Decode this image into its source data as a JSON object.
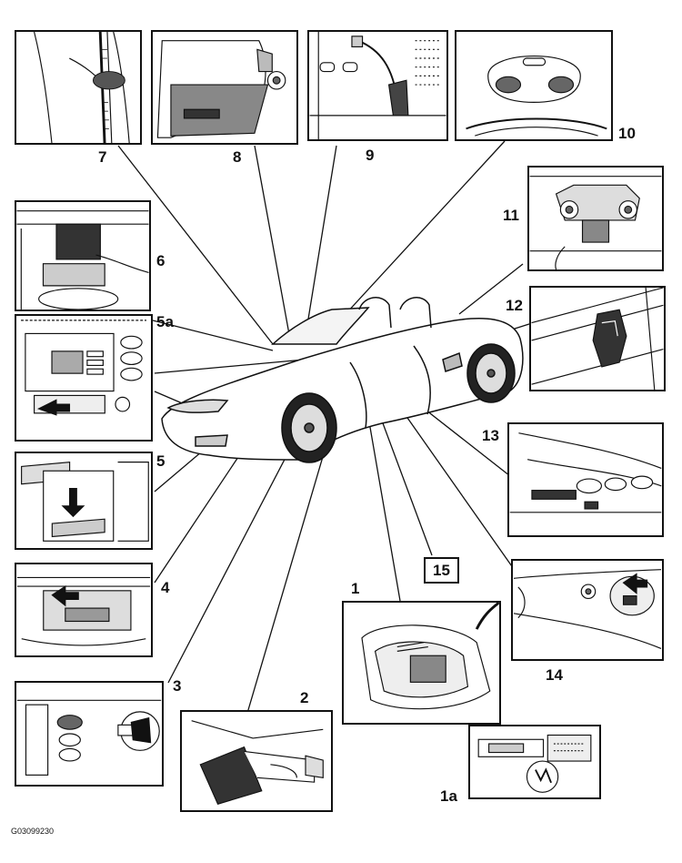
{
  "figure_code": "G03099230",
  "callouts": {
    "c1": "1",
    "c1a": "1a",
    "c2": "2",
    "c3": "3",
    "c4": "4",
    "c5": "5",
    "c5a": "5a",
    "c6": "6",
    "c7": "7",
    "c8": "8",
    "c9": "9",
    "c10": "10",
    "c11": "11",
    "c12": "12",
    "c13": "13",
    "c14": "14",
    "c15": "15"
  }
}
